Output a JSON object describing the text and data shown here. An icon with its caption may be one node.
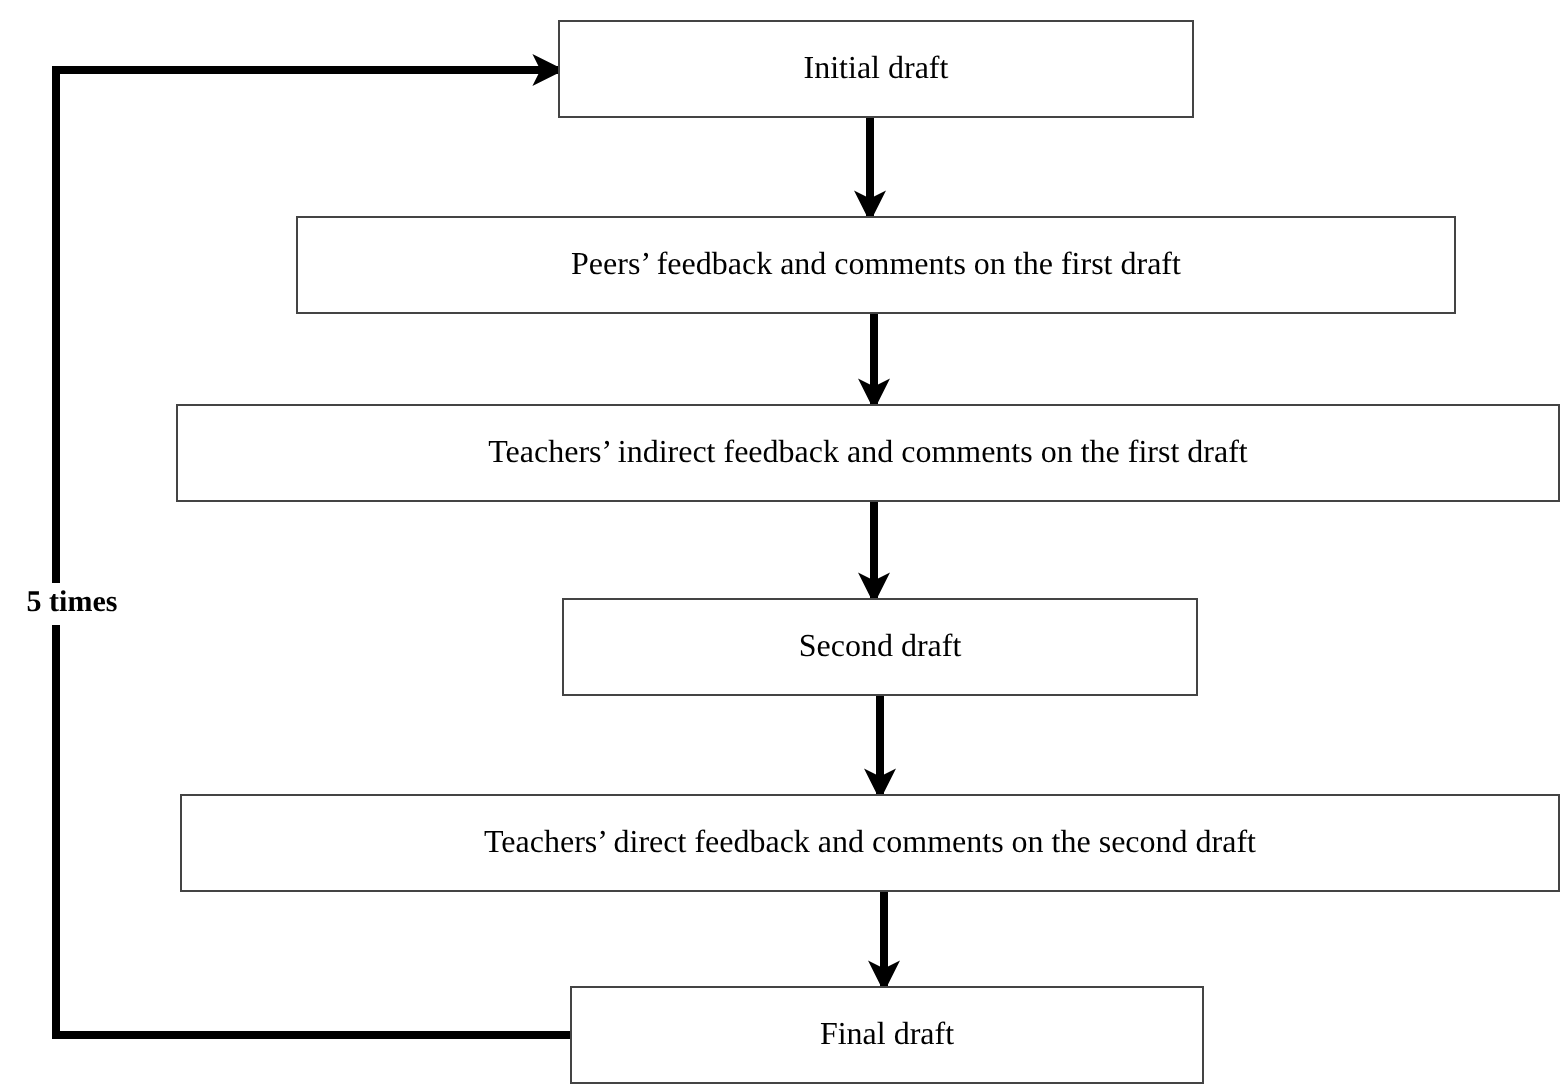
{
  "diagram": {
    "nodes": [
      {
        "text": [
          "Initial draft"
        ]
      },
      {
        "text": [
          "Peers’ feedback and comments on the first draft"
        ]
      },
      {
        "text": [
          "Teachers’ indirect feedback and comments on the first draft"
        ]
      },
      {
        "text": [
          "Second draft"
        ]
      },
      {
        "text": [
          "Teachers’ direct feedback and comments on the second draft"
        ]
      },
      {
        "text": [
          "Final draft"
        ]
      }
    ],
    "edges": [
      {
        "from": 0,
        "to": 1,
        "arrow": "to"
      },
      {
        "from": 1,
        "to": 2,
        "arrow": "to"
      },
      {
        "from": 2,
        "to": 3,
        "arrow": "to"
      },
      {
        "from": 3,
        "to": 4,
        "arrow": "to"
      },
      {
        "from": 4,
        "to": 5,
        "arrow": "to"
      },
      {
        "from": 5,
        "to": 0,
        "arrow": "to",
        "label": "5 times"
      }
    ]
  }
}
